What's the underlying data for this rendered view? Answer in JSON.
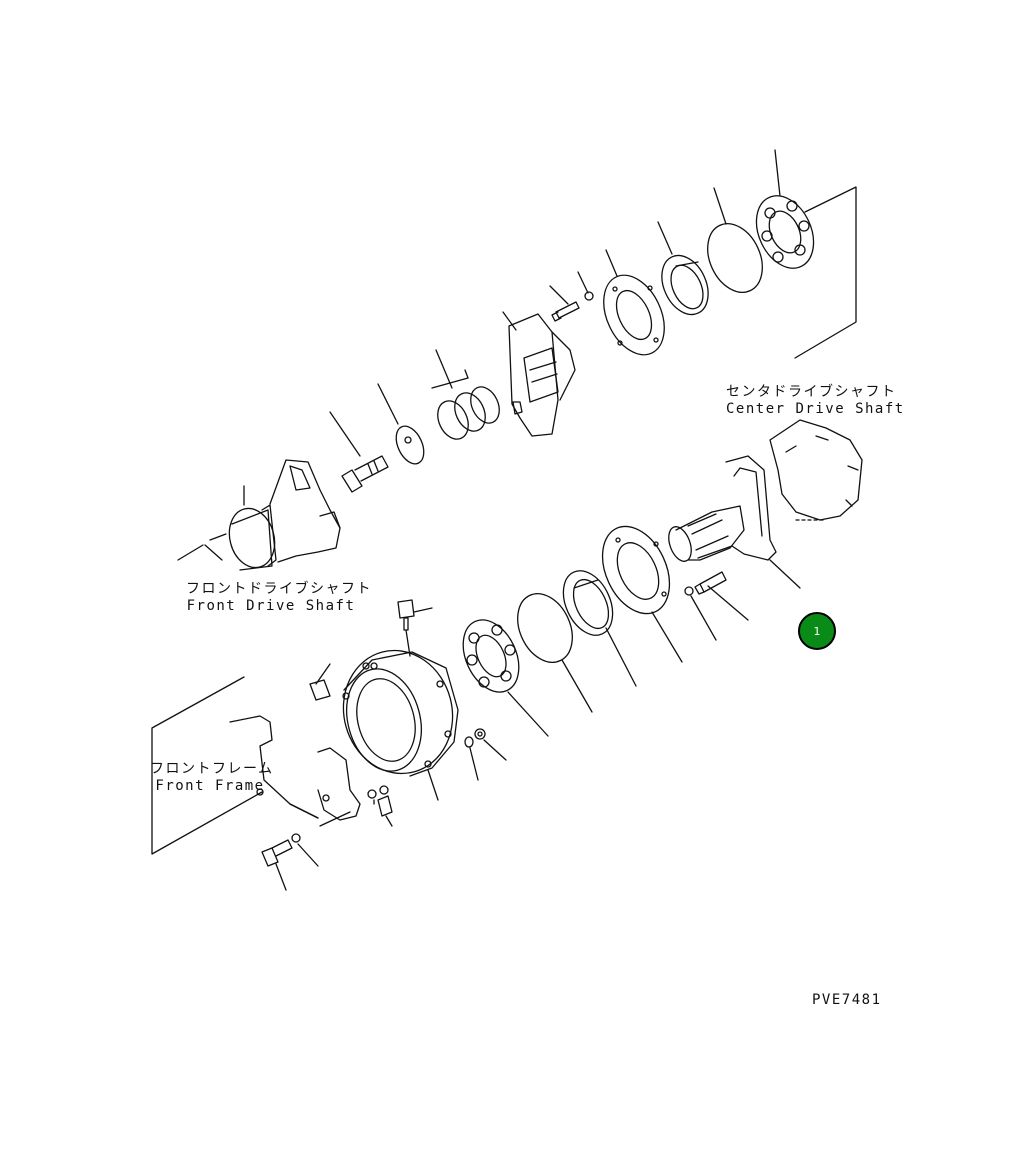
{
  "labels": {
    "center_drive_shaft_jp": "センタドライブシャフト",
    "center_drive_shaft_en": "Center Drive Shaft",
    "front_drive_shaft_jp": "フロントドライブシャフト",
    "front_drive_shaft_en": "Front Drive Shaft",
    "front_frame_jp": "フロントフレーム",
    "front_frame_en": "Front Frame",
    "drawing_number": "PVE7481"
  },
  "callouts": [
    {
      "number": "1",
      "color": "#0a8a17"
    }
  ],
  "colors": {
    "line": "#111111",
    "background": "#ffffff",
    "callout_fill": "#0a8a17"
  }
}
